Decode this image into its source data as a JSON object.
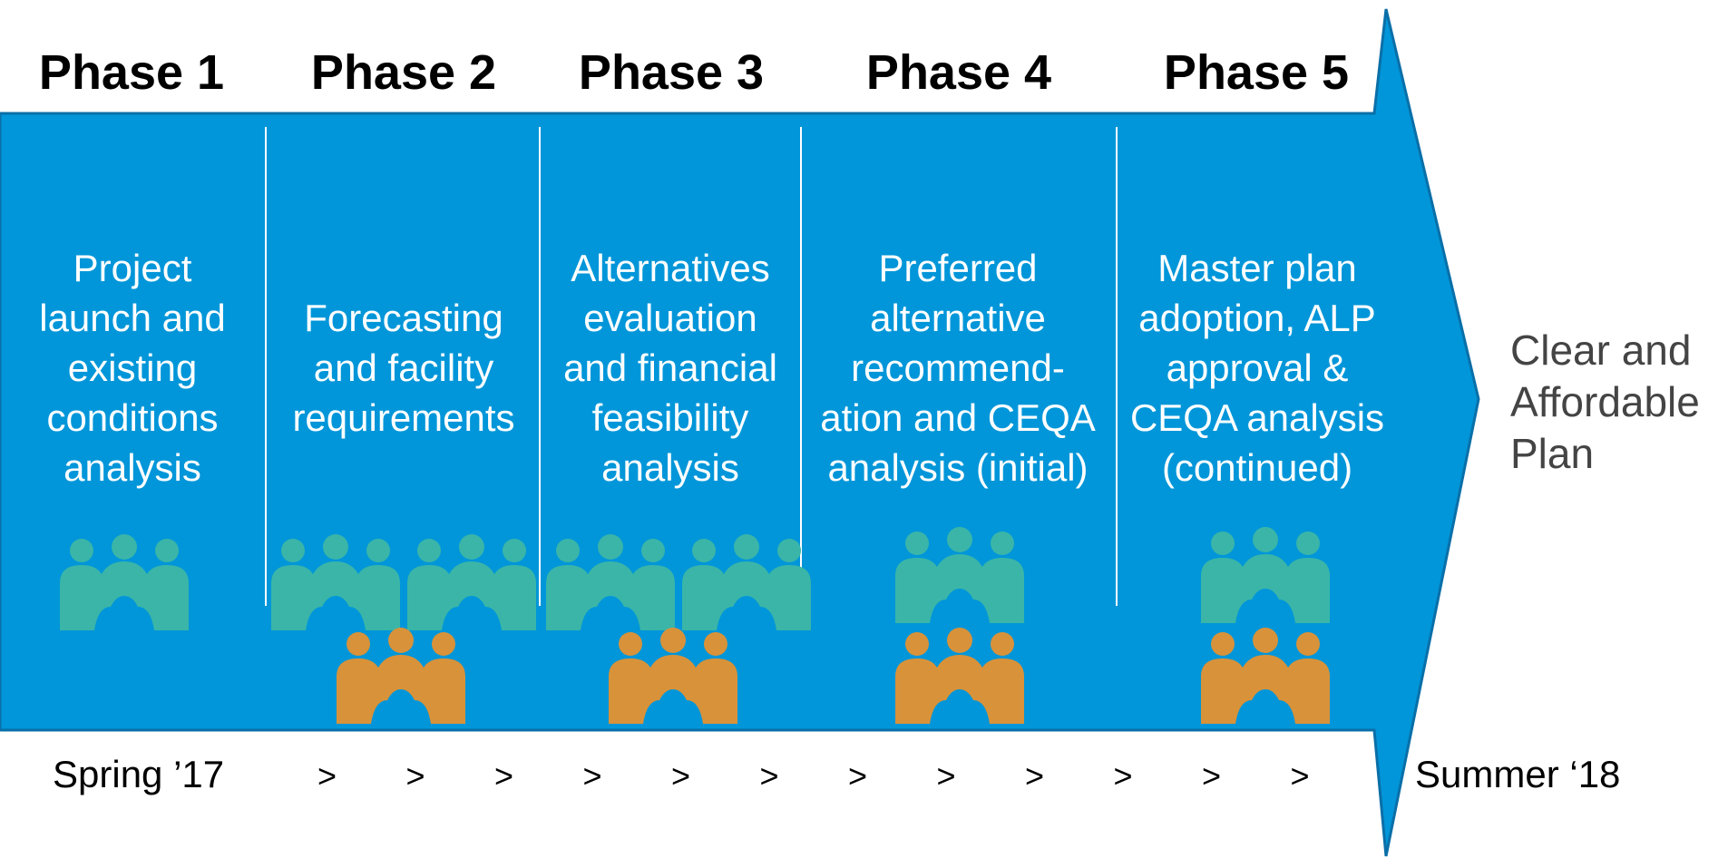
{
  "phases": [
    {
      "title": "Phase 1",
      "description": [
        "Project",
        "launch and",
        "existing",
        "conditions",
        "analysis"
      ]
    },
    {
      "title": "Phase 2",
      "description": [
        "Forecasting",
        "and facility",
        "requirements"
      ]
    },
    {
      "title": "Phase 3",
      "description": [
        "Alternatives",
        "evaluation",
        "and financial",
        "feasibility",
        "analysis"
      ]
    },
    {
      "title": "Phase 4",
      "description": [
        "Preferred",
        "alternative",
        "recommend-",
        "ation and CEQA",
        "analysis (initial)"
      ]
    },
    {
      "title": "Phase 5",
      "description": [
        "Master plan",
        "adoption, ALP",
        "approval &",
        "CEQA analysis",
        "(continued)"
      ]
    }
  ],
  "outcome": [
    "Clear and",
    "Affordable",
    "Plan"
  ],
  "timeline": {
    "start": "Spring  ’17",
    "end": "Summer ‘18",
    "separator": ">",
    "separator_count": 12
  },
  "groups": {
    "teal": {
      "color": "#3ab5a8",
      "counts_by_phase": [
        1,
        2,
        2,
        1,
        1
      ]
    },
    "orange": {
      "color": "#d8923a",
      "counts_by_phase": [
        0,
        1,
        1,
        1,
        1
      ]
    }
  },
  "colors": {
    "arrow_fill": "#0096d9",
    "arrow_stroke": "#0a6fa8",
    "divider": "#ffffff",
    "outcome_text": "#444444"
  },
  "icons": {
    "people_group": "people-group-icon"
  }
}
